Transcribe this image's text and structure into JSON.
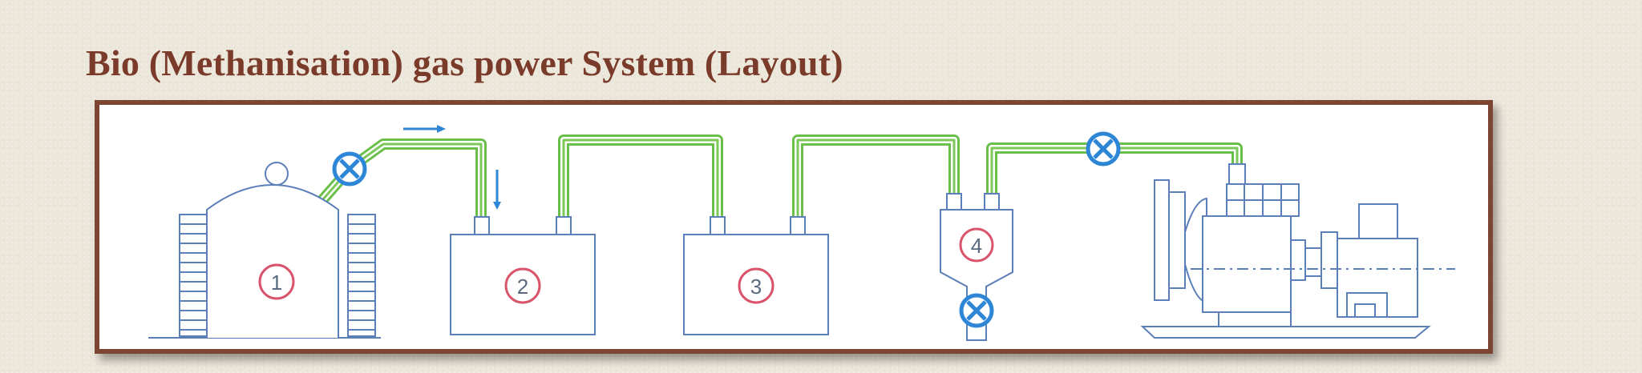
{
  "title": "Bio (Methanisation) gas power System (Layout)",
  "components": [
    {
      "number": "1",
      "name": "digester-dome"
    },
    {
      "number": "2",
      "name": "tank-2"
    },
    {
      "number": "3",
      "name": "tank-3"
    },
    {
      "number": "4",
      "name": "separator"
    }
  ],
  "colors": {
    "title": "#7a3b2a",
    "frame": "#7d4632",
    "equipment": "#5b7fb8",
    "pipe": "#6abf4b",
    "valve": "#2e86d6",
    "number_circle": "#d9536b"
  },
  "icons": {
    "valve": "valve-icon",
    "flow_arrow": "flow-arrow-icon",
    "generator": "generator-set-icon"
  }
}
